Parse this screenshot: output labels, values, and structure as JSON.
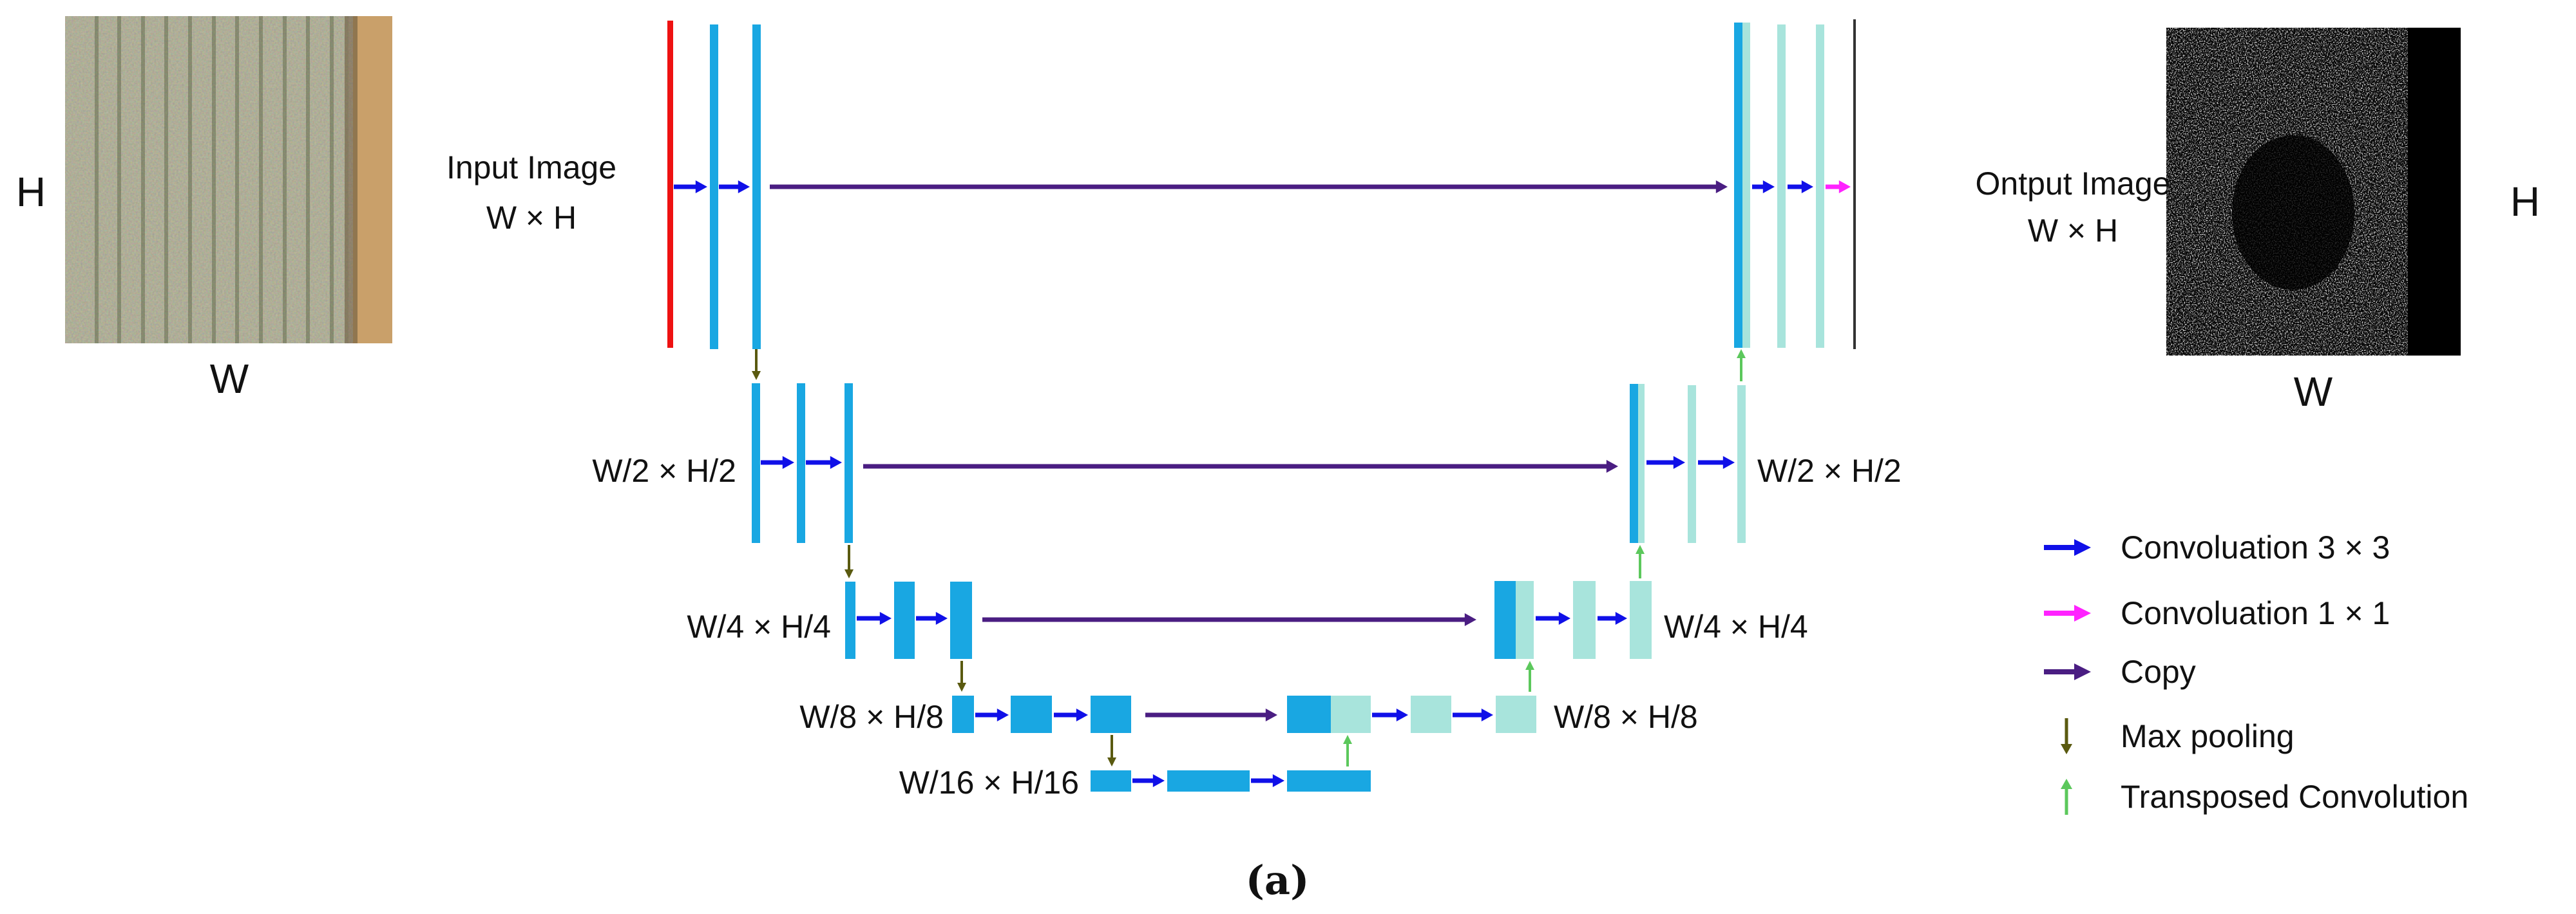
{
  "input": {
    "name_line1": "Input Image",
    "name_line2": "W × H",
    "width_label": "W",
    "height_label": "H"
  },
  "output": {
    "name_line1": "Ontput Image",
    "name_line2": "W × H",
    "width_label": "W",
    "height_label": "H"
  },
  "levels": [
    {
      "id": "level-1",
      "encoder_label": "",
      "decoder_label": ""
    },
    {
      "id": "level-2",
      "encoder_label": "W/2 × H/2",
      "decoder_label": "W/2 × H/2"
    },
    {
      "id": "level-3",
      "encoder_label": "W/4 × H/4",
      "decoder_label": "W/4 × H/4"
    },
    {
      "id": "level-4",
      "encoder_label": "W/8 × H/8",
      "decoder_label": "W/8 × H/8"
    },
    {
      "id": "level-5",
      "encoder_label": "W/16 × H/16",
      "decoder_label": ""
    }
  ],
  "legend": [
    {
      "label": "Convoluation 3 × 3",
      "marker": "arrow-right",
      "color": "#1010e8"
    },
    {
      "label": "Convoluation 1 × 1",
      "marker": "arrow-right",
      "color": "#ff22ff"
    },
    {
      "label": "Copy",
      "marker": "arrow-right",
      "color": "#4a1d82"
    },
    {
      "label": "Max pooling",
      "marker": "arrow-down",
      "color": "#5a5a10"
    },
    {
      "label": "Transposed Convolution",
      "marker": "arrow-up",
      "color": "#5cc85c"
    }
  ],
  "caption": "(a)",
  "colors": {
    "encoder_feature_map": "#19a7e2",
    "decoder_feature_map": "#a8e4dc",
    "input_layer": "#ee1111",
    "output_layer": "#333333",
    "conv3x3": "#1010e8",
    "conv1x1": "#ff22ff",
    "copy": "#4a1d82",
    "max_pool": "#5a5a10",
    "transposed_conv": "#5cc85c"
  }
}
